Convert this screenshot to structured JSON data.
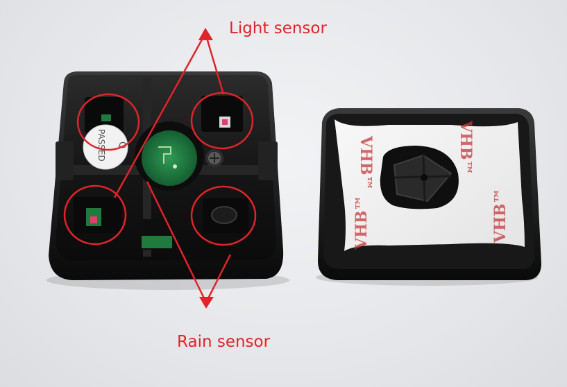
{
  "annotations": {
    "light_sensor_label": "Light sensor",
    "rain_sensor_label": "Rain sensor"
  },
  "sticker_text": {
    "line1": "Q",
    "line2": "PASSED"
  },
  "tape_text": "VHB™",
  "colors": {
    "annotation_red": "#e0242a",
    "background": "#e9eaec",
    "housing_black": "#141414",
    "tape_white": "#f4f4f4",
    "tape_print_red": "#c8383a",
    "pcb_green": "#1f7a3e"
  }
}
